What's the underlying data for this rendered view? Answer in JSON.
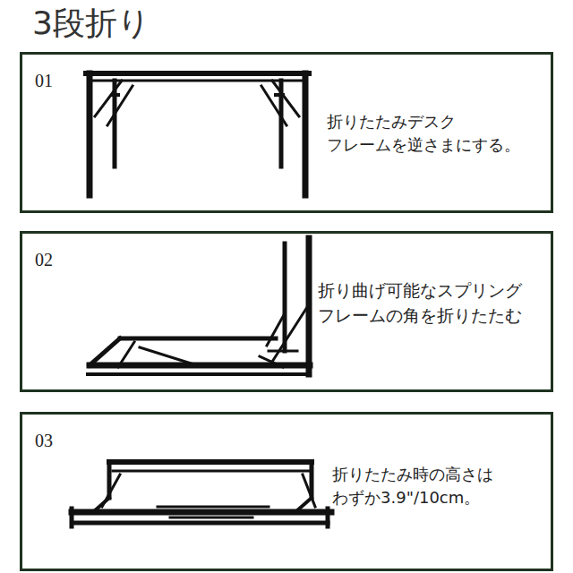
{
  "diagram": {
    "title": "3段折り",
    "nodes": [
      {
        "text": [
          "01",
          "折りたたみデスク フレームを逆さまにする。"
        ]
      },
      {
        "text": [
          "02",
          "折り曲げ可能なスプリング フレームの角を折りたたむ"
        ]
      },
      {
        "text": [
          "03",
          "折りたたみ時の高さは わずか3.9\"/10cm。"
        ]
      }
    ]
  }
}
